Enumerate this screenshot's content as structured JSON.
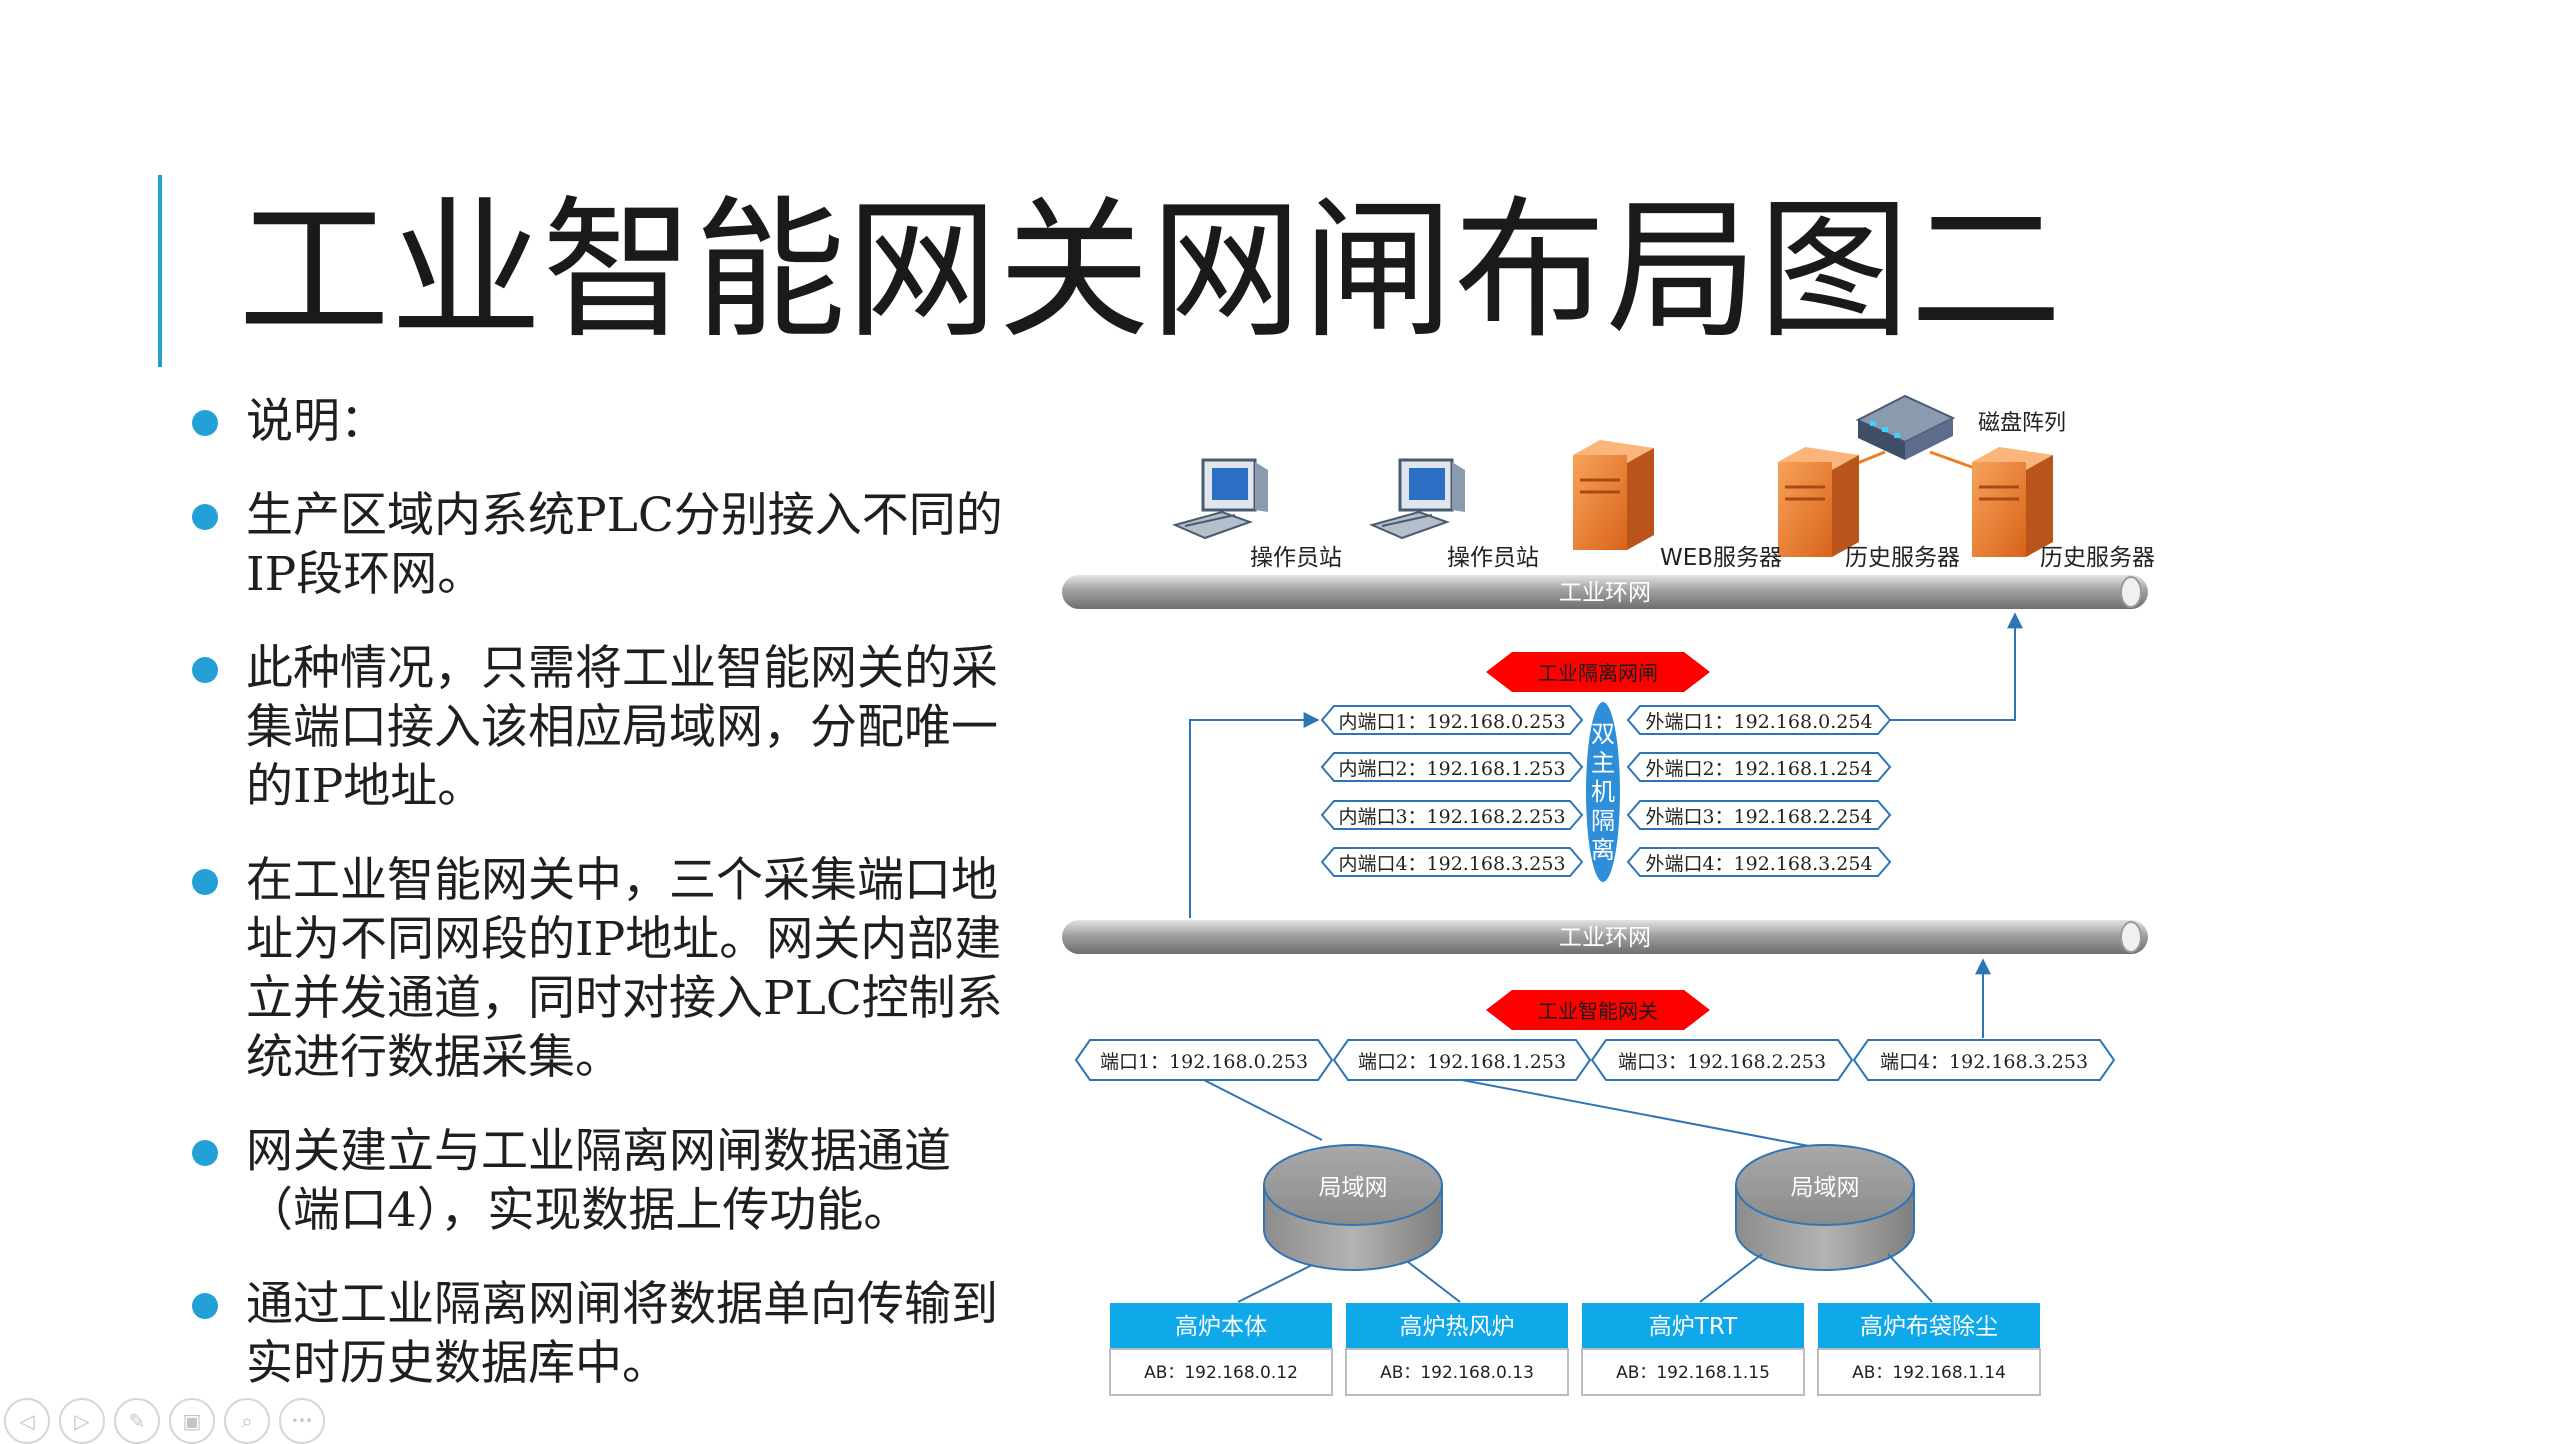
{
  "title": "工业智能网关网闸布局图二",
  "bullets": [
    "说明：",
    "生产区域内系统PLC分别接入不同的IP段环网。",
    "此种情况，只需将工业智能网关的采集端口接入该相应局域网，分配唯一的IP地址。",
    "在工业智能网关中，三个采集端口地址为不同网段的IP地址。网关内部建立并发通道，同时对接入PLC控制系统进行数据采集。",
    "网关建立与工业隔离网闸数据通道（端口4），实现数据上传功能。",
    "通过工业隔离网闸将数据单向传输到实时历史数据库中。"
  ],
  "diagram": {
    "disk_array_label": "磁盘阵列",
    "top_devices": [
      "操作员站",
      "操作员站",
      "WEB服务器",
      "历史服务器",
      "历史服务器"
    ],
    "top_ring_label": "工业环网",
    "gateway_isolation_label": "工业隔离网闸",
    "inner_ports": [
      "内端口1：192.168.0.253",
      "内端口2：192.168.1.253",
      "内端口3：192.168.2.253",
      "内端口4：192.168.3.253"
    ],
    "outer_ports": [
      "外端口1：192.168.0.254",
      "外端口2：192.168.1.254",
      "外端口3：192.168.2.254",
      "外端口4：192.168.3.254"
    ],
    "dual_host_chars": [
      "双",
      "主",
      "机",
      "隔",
      "离"
    ],
    "bottom_ring_label": "工业环网",
    "gateway_label": "工业智能网关",
    "gateway_ports": [
      "端口1：192.168.0.253",
      "端口2：192.168.1.253",
      "端口3：192.168.2.253",
      "端口4：192.168.3.253"
    ],
    "lans": [
      "局域网",
      "局域网"
    ],
    "systems": [
      {
        "name": "高炉本体",
        "ip": "AB：192.168.0.12"
      },
      {
        "name": "高炉热风炉",
        "ip": "AB：192.168.0.13"
      },
      {
        "name": "高炉TRT",
        "ip": "AB：192.168.1.15"
      },
      {
        "name": "高炉布袋除尘",
        "ip": "AB：192.168.1.14"
      }
    ]
  },
  "nav": {
    "icons": [
      "prev-icon",
      "next-icon",
      "pen-icon",
      "slides-icon",
      "zoom-icon",
      "more-icon"
    ],
    "glyphs": [
      "◁",
      "▷",
      "✎",
      "▣",
      "⌕",
      "•••"
    ]
  },
  "colors": {
    "accent": "#23a0d8",
    "cyan_box": "#0fa8e8",
    "red_tag": "#ff0000",
    "server_orange": "#ef7d22",
    "pipe_gray": "#a7a7a7"
  }
}
